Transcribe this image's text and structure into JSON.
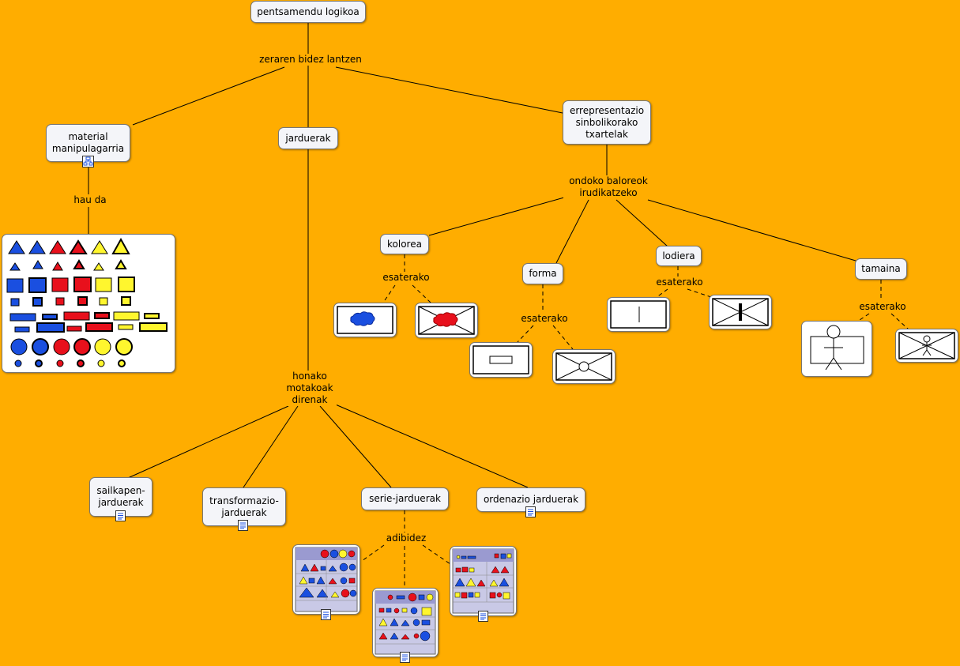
{
  "concepts": {
    "root": "pentsamendu logikoa",
    "material": "material\nmanipulagarria",
    "jarduerak": "jarduerak",
    "txartelak": "errepresentazio\nsinbolikorako\ntxartelak",
    "kolorea": "kolorea",
    "forma": "forma",
    "lodiera": "lodiera",
    "tamaina": "tamaina",
    "sailkapen": "sailkapen-\njarduerak",
    "transformazio": "transformazio-\njarduerak",
    "serie": "serie-jarduerak",
    "ordenazio": "ordenazio jarduerak"
  },
  "linking_phrases": {
    "zeraren": "zeraren bidez lantzen",
    "hauda": "hau da",
    "ondoko": "ondoko baloreok\nirudikatzeko",
    "esaterako_kolorea": "esaterako",
    "esaterako_forma": "esaterako",
    "esaterako_lodiera": "esaterako",
    "esaterako_tamaina": "esaterako",
    "honako": "honako\nmotakoak\ndirenak",
    "adibidez": "adibidez"
  },
  "colors": {
    "background": "#FFAD00",
    "blue": "#1A4FE0",
    "red": "#E8101C",
    "yellow": "#FFF62E",
    "node_fill": "#F4F5F9"
  },
  "icons": {
    "submap": "concept-map-icon",
    "document": "document-icon"
  },
  "images": {
    "blocks": "attribute-blocks-image",
    "blue_blob": "blue-blob-card",
    "red_blob": "red-blob-crossed-card",
    "rectangle": "rectangle-card",
    "circle_crossed": "circle-crossed-card",
    "thin": "thin-line-card",
    "thick": "thick-line-crossed-card",
    "big_person": "big-person-card",
    "small_person": "small-person-crossed-card",
    "serie1": "series-worksheet-1",
    "serie2": "series-worksheet-2",
    "serie3": "series-worksheet-3"
  }
}
